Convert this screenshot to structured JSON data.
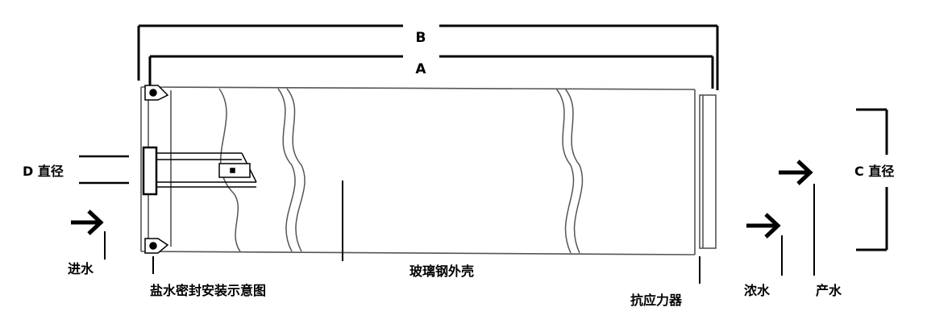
{
  "dimensions": {
    "B": "B",
    "A": "A",
    "C": "C 直径",
    "D": "D 直径"
  },
  "labels": {
    "inlet": "进水",
    "brine_seal": "盐水密封安装示意图",
    "shell": "玻璃钢外壳",
    "anti_telescoping": "抗应力器",
    "concentrate": "浓水",
    "permeate": "产水"
  },
  "colors": {
    "line": "#000000",
    "outline": "#555555",
    "background": "#ffffff"
  },
  "icons": {
    "inlet_arrow": "arrow-right-icon",
    "concentrate_arrow": "arrow-right-icon",
    "permeate_arrow": "arrow-right-icon"
  }
}
